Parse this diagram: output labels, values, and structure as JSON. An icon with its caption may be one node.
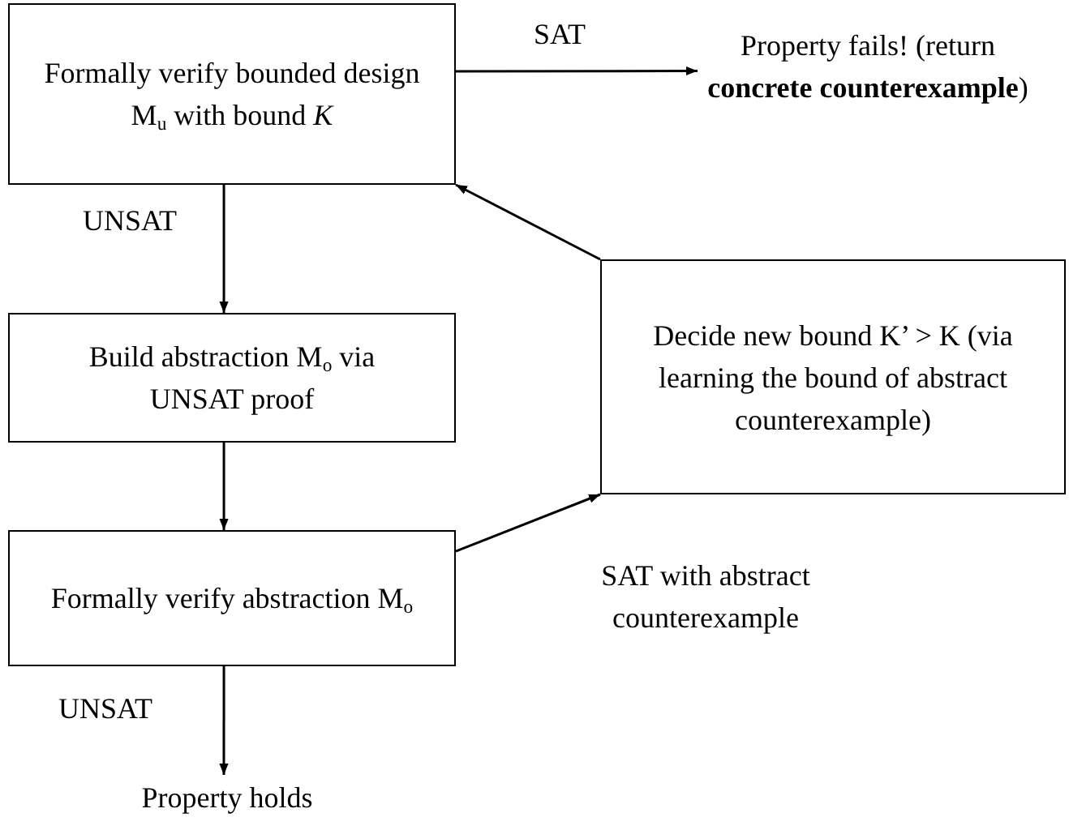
{
  "diagram": {
    "nodes": [
      {
        "text": [
          "Formally verify bounded design M$_{u}$ with bound *K*"
        ]
      },
      {
        "text": [
          "Property fails! (return **concrete counterexample**)"
        ]
      },
      {
        "text": [
          "Build abstraction M$_{o}$ via UNSAT proof"
        ]
      },
      {
        "text": [
          "Formally verify abstraction M$_{o}$"
        ]
      },
      {
        "text": [
          "Decide new bound K’ > K (via learning the bound of abstract counterexample)"
        ]
      },
      {
        "text": [
          "Property holds"
        ]
      }
    ],
    "edges": [
      {
        "from": 0,
        "to": 1,
        "arrow": "to",
        "label": "SAT"
      },
      {
        "from": 0,
        "to": 2,
        "arrow": "to",
        "label": "UNSAT"
      },
      {
        "from": 2,
        "to": 3,
        "arrow": "to"
      },
      {
        "from": 3,
        "to": 4,
        "arrow": "to",
        "label": "SAT with abstract counterexample"
      },
      {
        "from": 4,
        "to": 0,
        "arrow": "to"
      },
      {
        "from": 3,
        "to": 5,
        "arrow": "to",
        "label": "UNSAT"
      }
    ]
  }
}
